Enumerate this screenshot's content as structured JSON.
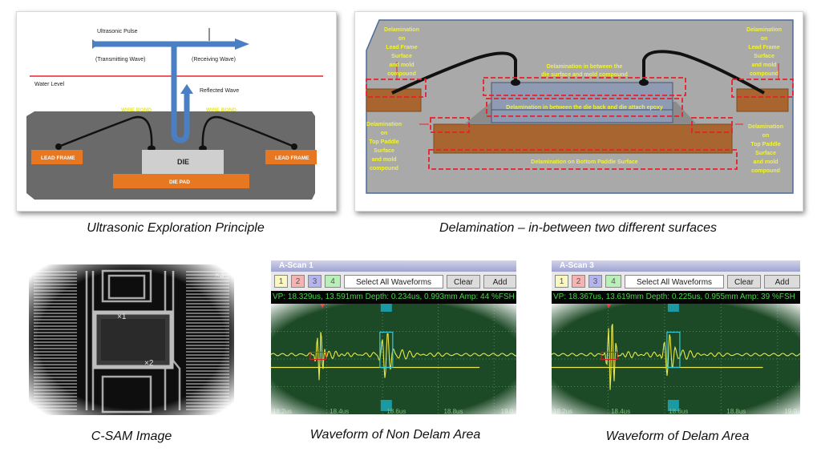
{
  "panels": {
    "principle": {
      "caption": "Ultrasonic Exploration Principle",
      "labels": {
        "ultrasonic_pulse": "Ultrasonic Pulse",
        "transmitting": "(Transmitting Wave)",
        "receiving": "(Receiving Wave)",
        "water_level": "Water Level",
        "reflected": "Reflected Wave",
        "wire_bond_left": "WIRE BOND",
        "wire_bond_right": "WIRE BOND",
        "lead_frame_left": "LEAD FRAME",
        "lead_frame_right": "LEAD FRAME",
        "die": "DIE",
        "die_pad": "DIE PAD"
      },
      "colors": {
        "arrow": "#4a7fc4",
        "water_line": "#e8202a",
        "package": "#6b6b6b",
        "lead": "#e87722",
        "die": "#cfcfcf",
        "label_yellow": "#e6e62a"
      }
    },
    "delamination": {
      "caption": "Delamination – in-between two different surfaces",
      "labels": {
        "lead_frame_left": [
          "Delamination",
          "on",
          "Lead Frame",
          "Surface",
          "and mold",
          "compound"
        ],
        "lead_frame_right": [
          "Delamination",
          "on",
          "Lead Frame",
          "Surface",
          "and mold",
          "compound"
        ],
        "die_surface": [
          "Delamination  in between the",
          "die surface and mold compound"
        ],
        "die_back": "Delamination  in between the die back and die attach epoxy",
        "top_paddle_left": [
          "Delamination",
          "on",
          "Top Paddle",
          "Surface",
          "and mold",
          "compound"
        ],
        "top_paddle_right": [
          "Delamination",
          "on",
          "Top Paddle",
          "Surface",
          "and mold",
          "compound"
        ],
        "bottom_paddle": "Delamination  on Bottom Paddle Surface"
      },
      "colors": {
        "background": "#a9a9a9",
        "copper": "#a8652f",
        "die": "#8f9bb3",
        "dash": "#e8202a",
        "text": "#f2f23a"
      }
    },
    "csam": {
      "caption": "C-SAM Image",
      "markers": [
        "×1",
        "×2",
        "×3"
      ]
    },
    "waveform_non_delam": {
      "caption": "Waveform of Non Delam Area",
      "window_title": "A-Scan 1",
      "buttons": {
        "wf1": "1",
        "wf2": "2",
        "wf3": "3",
        "wf4": "4",
        "select_all": "Select All Waveforms",
        "clear": "Clear",
        "add": "Add"
      },
      "status": "VP: 18.329us, 13.591mm  Depth: 0.234us, 0.993mm  Amp:   44 %FSH",
      "axis_ticks": [
        "18.2us",
        "18.4us",
        "18.6us",
        "18.8us",
        "19.0"
      ]
    },
    "waveform_delam": {
      "caption": "Waveform of Delam Area",
      "window_title": "A-Scan 3",
      "buttons": {
        "wf1": "1",
        "wf2": "2",
        "wf3": "3",
        "wf4": "4",
        "select_all": "Select All Waveforms",
        "clear": "Clear",
        "add": "Add"
      },
      "status": "VP: 18.367us, 13.619mm  Depth: 0.225us, 0.955mm  Amp:   39 %FSH",
      "axis_ticks": [
        "18.2us",
        "18.4us",
        "18.6us",
        "18.8us",
        "19.0"
      ]
    }
  },
  "waveform_colors": {
    "trace": "#e8e84a",
    "gate": "#36c9d6",
    "grid": "#4f8a5a",
    "marker": "#e02020"
  }
}
